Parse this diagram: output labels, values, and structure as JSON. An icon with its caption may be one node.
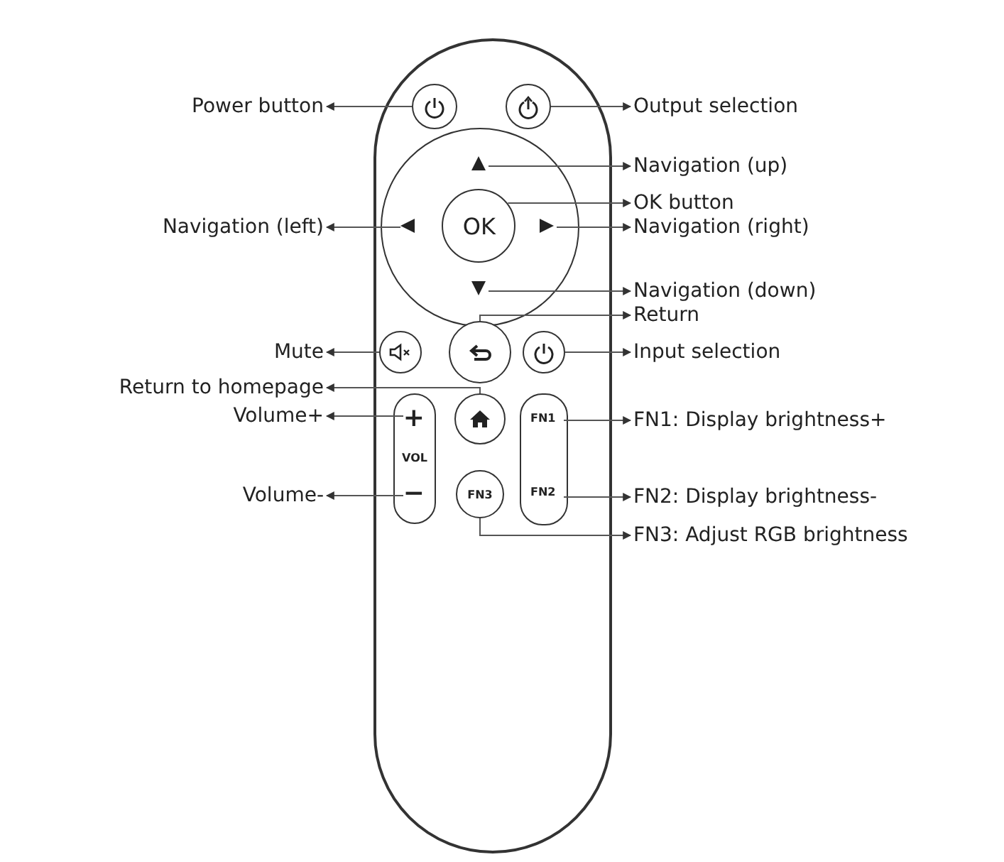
{
  "diagram": {
    "nodes": [
      {
        "text": [],
        "shape": "circle"
      },
      {
        "text": [],
        "shape": "circle"
      },
      {
        "text": [],
        "shape": "circle"
      },
      {
        "text": [],
        "shape": "triangle",
        "in": 2
      },
      {
        "text": [],
        "shape": "triangle",
        "in": 2
      },
      {
        "text": [
          "OK"
        ],
        "in": 2
      },
      {
        "text": [],
        "shape": "triangle",
        "in": 2
      },
      {
        "text": [],
        "shape": "triangle",
        "in": 2
      },
      {
        "text": [],
        "shape": "circle"
      },
      {
        "text": [],
        "shape": "circle"
      },
      {
        "text": [],
        "shape": "circle"
      },
      {
        "text": [
          "VOL"
        ]
      },
      {
        "text": [
          "+"
        ],
        "in": 11
      },
      {
        "text": [
          "−"
        ],
        "in": 11
      },
      {
        "text": [],
        "shape": "circle"
      },
      {
        "text": [],
        "shape": "box"
      },
      {
        "text": [
          "FN1"
        ],
        "in": 15
      },
      {
        "text": [
          "FN2"
        ],
        "in": 15
      },
      {
        "text": [
          "FN3"
        ]
      },
      {
        "text": [
          "Power button"
        ]
      },
      {
        "text": [
          "Output selection"
        ]
      },
      {
        "text": [
          "Navigation (up)"
        ]
      },
      {
        "text": [
          "OK button"
        ]
      },
      {
        "text": [
          "Navigation (left)"
        ]
      },
      {
        "text": [
          "Navigation (right)"
        ]
      },
      {
        "text": [
          "Navigation (down)"
        ]
      },
      {
        "text": [
          "Return"
        ]
      },
      {
        "text": [
          "Mute"
        ]
      },
      {
        "text": [
          "Input selection"
        ]
      },
      {
        "text": [
          "Return to homepage"
        ]
      },
      {
        "text": [
          "Volume+"
        ]
      },
      {
        "text": [
          "FN1: Display brightness+"
        ]
      },
      {
        "text": [
          "Volume-"
        ]
      },
      {
        "text": [
          "FN2: Display brightness-"
        ]
      },
      {
        "text": [
          "FN3: Adjust RGB brightness"
        ]
      }
    ],
    "edges": [
      {
        "from": 0,
        "to": 19,
        "arrow": "to"
      },
      {
        "from": 1,
        "to": 20,
        "arrow": "to"
      },
      {
        "from": 3,
        "to": 21,
        "arrow": "to"
      },
      {
        "from": 5,
        "to": 22,
        "arrow": "to"
      },
      {
        "from": 4,
        "to": 23,
        "arrow": "to"
      },
      {
        "from": 6,
        "to": 24,
        "arrow": "to"
      },
      {
        "from": 7,
        "to": 25,
        "arrow": "to"
      },
      {
        "from": 9,
        "to": 26,
        "arrow": "to"
      },
      {
        "from": 8,
        "to": 27,
        "arrow": "to"
      },
      {
        "from": 10,
        "to": 28,
        "arrow": "to"
      },
      {
        "from": 14,
        "to": 29,
        "arrow": "to"
      },
      {
        "from": 12,
        "to": 30,
        "arrow": "to"
      },
      {
        "from": 16,
        "to": 31,
        "arrow": "to"
      },
      {
        "from": 13,
        "to": 32,
        "arrow": "to"
      },
      {
        "from": 17,
        "to": 33,
        "arrow": "to"
      },
      {
        "from": 18,
        "to": 34,
        "arrow": "to"
      }
    ]
  }
}
